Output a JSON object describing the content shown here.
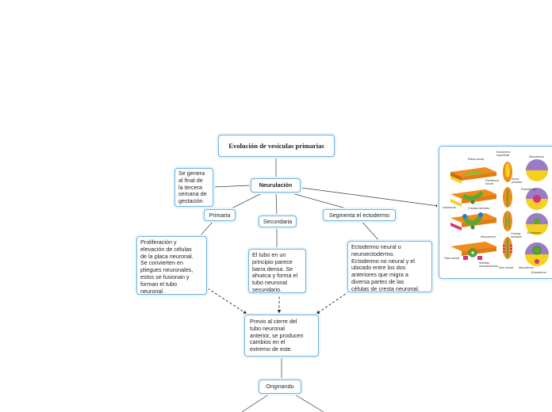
{
  "nodes": {
    "title": "Evolución de vesículas primarias",
    "neurulacion": "Neurulación",
    "tercera_semana": "Se genera\nal final de\nla tercera\nsemana de\ngestación",
    "primaria": "Primaria",
    "secundaria": "Secundaria",
    "segmenta": "Segmenta el ectodermo",
    "proliferacion": "Proliferación y\nelevación de células\nde  la placa neuronal.\nSe convierten en\npliegues neuronales,\nestos se fusionan y\nforman el tubo\nneuronal.",
    "tubo": "El tubo en un\nprincipio parece\nbarra densa. Se\nahueca y forma el\ntubo neuronal\nsecundario.",
    "ectodermo": "Ectodermo neural o\nneuroectodermo.\nEctodermo no neural y el\nubicado entre los dos\nanteriores que migra a\ndiversa partes de las\ncélulas de cresta neuronal.",
    "previo": "Previo al cierre del\ntubo neuronal\nanterior, se producen\ncambios en el\nextremo de este.",
    "originando": "Originando"
  },
  "image_labels": {
    "placa_neural": "Placa neural",
    "ectodermo_superficial": "Ectodermo\nsuperficial",
    "ectodermo_neural": "Ectodermo\nneural",
    "surco_primitivo": "Surco\nprimitivo",
    "notocorda": "Notocorda",
    "crestas_neurales": "Crestas neurales",
    "mesodermo_top": "Mesodermo",
    "endodermo": "Endodermo",
    "mesodermo": "Mesodermo",
    "ectodermo": "Ectodermo",
    "crestas_neurales_2": "Crestas\nneurales",
    "tubo_neural": "Tubo neural",
    "somitas": "Somitas\nmesodérmicos",
    "tubo_neural_2": "Tubo neural",
    "mesodermo_2": "Mesodermo",
    "endodermo_2": "Endodermo"
  }
}
